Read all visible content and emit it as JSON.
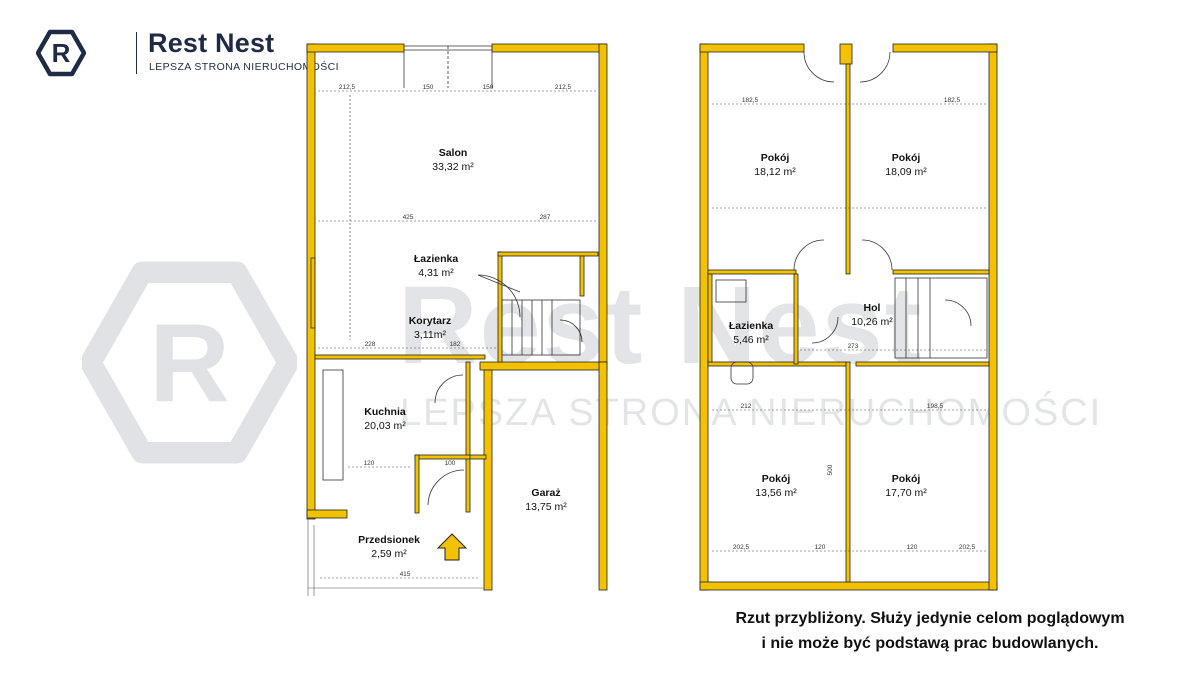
{
  "brand": {
    "name": "Rest Nest",
    "tagline": "LEPSZA STRONA NIERUCHOMOŚCI",
    "logo_letter": "R",
    "colors": {
      "navy": "#1f2a44",
      "wall": "#f2c200",
      "wall_outline": "#222222"
    }
  },
  "watermark": {
    "name": "Rest Nest",
    "tagline": "LEPSZA STRONA NIERUCHOMOŚCI"
  },
  "ground_floor": {
    "rooms": [
      {
        "name": "Salon",
        "area": "33,32 m²"
      },
      {
        "name": "Łazienka",
        "area": "4,31 m²"
      },
      {
        "name": "Korytarz",
        "area": "3,11m²"
      },
      {
        "name": "Kuchnia",
        "area": "20,03 m²"
      },
      {
        "name": "Garaż",
        "area": "13,75 m²"
      },
      {
        "name": "Przedsionek",
        "area": "2,59 m²"
      }
    ],
    "dimensions": [
      "150",
      "150",
      "212,5",
      "212,5",
      "425",
      "287",
      "228",
      "182",
      "120",
      "415",
      "100"
    ],
    "entrance_icon": "up-arrow-icon"
  },
  "first_floor": {
    "rooms": [
      {
        "name": "Pokój",
        "area": "18,12 m²"
      },
      {
        "name": "Pokój",
        "area": "18,09 m²"
      },
      {
        "name": "Łazienka",
        "area": "5,46 m²"
      },
      {
        "name": "Hol",
        "area": "10,26 m²"
      },
      {
        "name": "Pokój",
        "area": "13,56 m²"
      },
      {
        "name": "Pokój",
        "area": "17,70 m²"
      }
    ],
    "dimensions": [
      "182,5",
      "182,5",
      "273",
      "212",
      "198,5",
      "202,5",
      "202,5",
      "500",
      "120",
      "120"
    ]
  },
  "disclaimer": {
    "line1": "Rzut przybliżony. Służy jedynie celom poglądowym",
    "line2": "i nie może być podstawą prac budowlanych."
  }
}
